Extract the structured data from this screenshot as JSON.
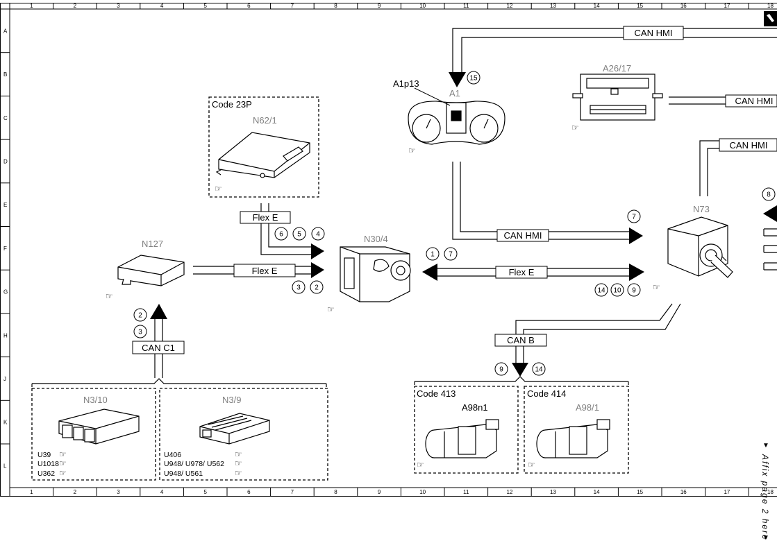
{
  "grid": {
    "columns": [
      "1",
      "2",
      "3",
      "4",
      "5",
      "6",
      "7",
      "8",
      "9",
      "10",
      "11",
      "12",
      "13",
      "14",
      "15",
      "16",
      "17",
      "18"
    ],
    "rows": [
      "A",
      "B",
      "C",
      "D",
      "E",
      "F",
      "G",
      "H",
      "J",
      "K",
      "L"
    ]
  },
  "bus_labels": {
    "can_hmi_top": "CAN HMI",
    "can_hmi_c": "CAN HMI",
    "can_hmi_d": "CAN HMI",
    "can_hmi_mid": "CAN HMI",
    "flex_e_n62": "Flex E",
    "flex_e_n127": "Flex E",
    "flex_e_n73": "Flex E",
    "can_c1": "CAN C1",
    "can_b": "CAN B"
  },
  "components": {
    "a1": {
      "name": "A1",
      "sub": "A1p13"
    },
    "a26": {
      "name": "A26/17"
    },
    "n62": {
      "code": "Code 23P",
      "name": "N62/1"
    },
    "n304": {
      "name": "N30/4"
    },
    "n127": {
      "name": "N127"
    },
    "n73": {
      "name": "N73"
    },
    "n310": {
      "name": "N3/10",
      "variants": [
        "U39",
        "U1018",
        "U362"
      ]
    },
    "n39": {
      "name": "N3/9",
      "variants": [
        "U406",
        "U948/ U978/ U562",
        "U948/ U561"
      ]
    },
    "a98n1": {
      "code": "Code 413",
      "name": "A98n1"
    },
    "a981": {
      "code": "Code 414",
      "name": "A98/1"
    }
  },
  "markers": {
    "m15": "15",
    "m7a": "7",
    "m8": "8",
    "m6": "6",
    "m5": "5",
    "m4": "4",
    "m3a": "3",
    "m2a": "2",
    "m1": "1",
    "m7b": "7",
    "m14a": "14",
    "m10": "10",
    "m9a": "9",
    "m2b": "2",
    "m3b": "3",
    "m9b": "9",
    "m14b": "14"
  },
  "note": "Affix page 2 here"
}
